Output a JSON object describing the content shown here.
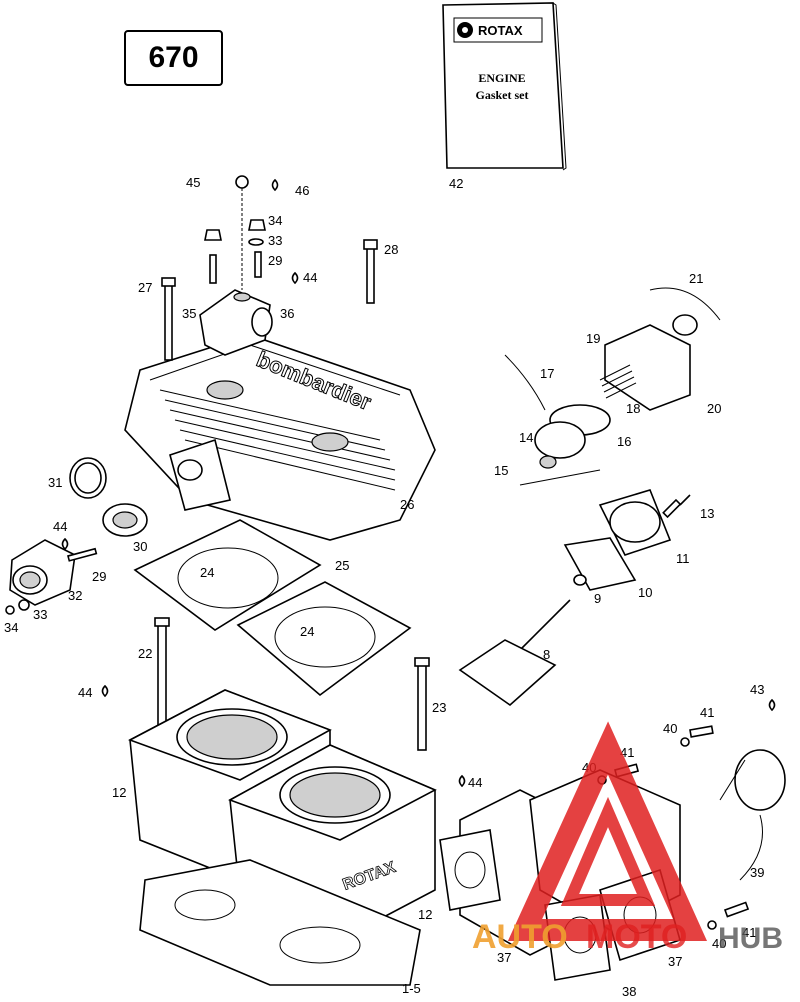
{
  "engine_model": "670",
  "booklet": {
    "brand": "ROTAX",
    "title_line1": "ENGINE",
    "title_line2": "Gasket set"
  },
  "watermark": {
    "part1": "AUTO",
    "part2": "MOTO",
    "part3": "HUB",
    "color_red": "#e02020",
    "color_orange": "#f0a030"
  },
  "part_labels": [
    "45",
    "46",
    "34",
    "33",
    "29",
    "44",
    "28",
    "27",
    "35",
    "36",
    "31",
    "30",
    "44",
    "29",
    "32",
    "34",
    "33",
    "26",
    "24",
    "25",
    "24",
    "22",
    "44",
    "23",
    "44",
    "12",
    "12",
    "1-5",
    "42",
    "21",
    "19",
    "20",
    "18",
    "17",
    "14",
    "16",
    "15",
    "13",
    "11",
    "10",
    "9",
    "8",
    "43",
    "41",
    "40",
    "41",
    "40",
    "39",
    "41",
    "40",
    "37",
    "37",
    "38"
  ],
  "embossed": {
    "head": "bombardier",
    "cylinder": "ROTAX"
  }
}
